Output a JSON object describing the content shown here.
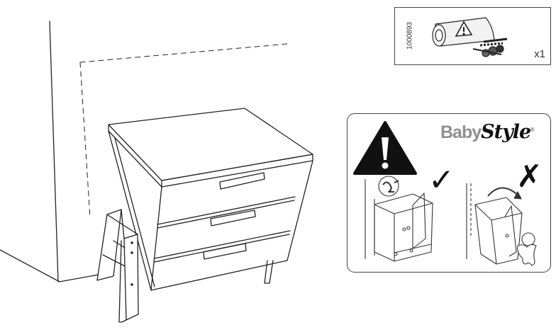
{
  "part": {
    "code": "1000893",
    "quantity": "x1",
    "icon": "wall-anchor-kit-icon"
  },
  "warning": {
    "brand_part1": "Baby",
    "brand_part2": "Style",
    "brand_mark": "®",
    "correct_symbol": "✓",
    "incorrect_symbol": "✗",
    "icons": [
      "warning-triangle-icon",
      "wall-bracket-icon"
    ]
  },
  "scene": {
    "subject": "three-drawer-chest-icon"
  }
}
